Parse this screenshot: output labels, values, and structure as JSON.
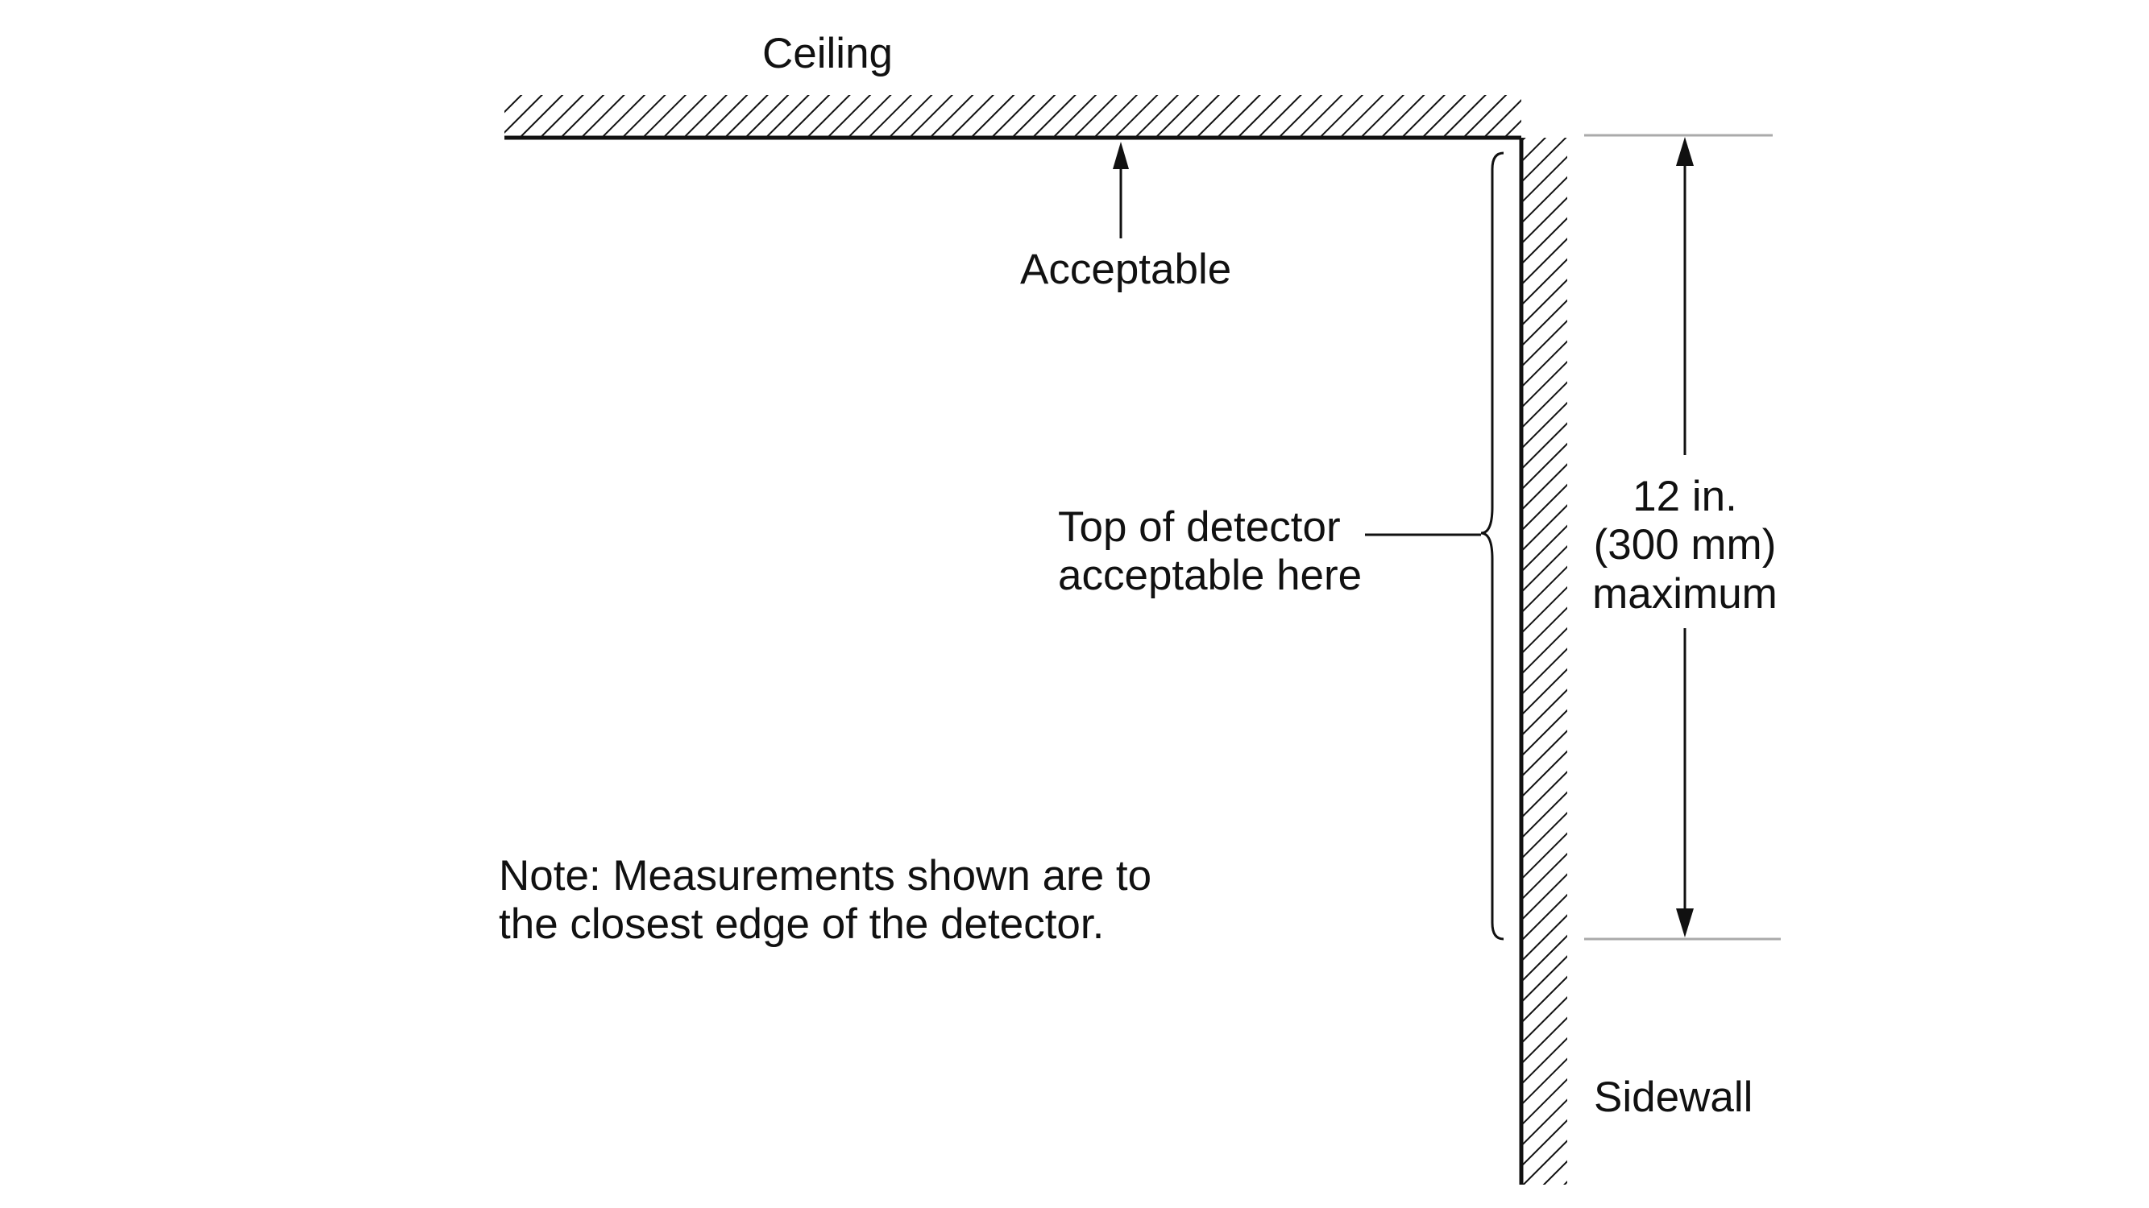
{
  "labels": {
    "ceiling": "Ceiling",
    "acceptable": "Acceptable",
    "top_of_detector_line1": "Top of detector",
    "top_of_detector_line2": "acceptable here",
    "dimension_line1": "12 in.",
    "dimension_line2": "(300 mm)",
    "dimension_line3": "maximum",
    "note_line1": "Note: Measurements shown are to",
    "note_line2": "the closest edge of the detector.",
    "sidewall": "Sidewall"
  },
  "colors": {
    "ink": "#111111",
    "dimension_line": "#aaaaaa",
    "background": "#ffffff"
  }
}
